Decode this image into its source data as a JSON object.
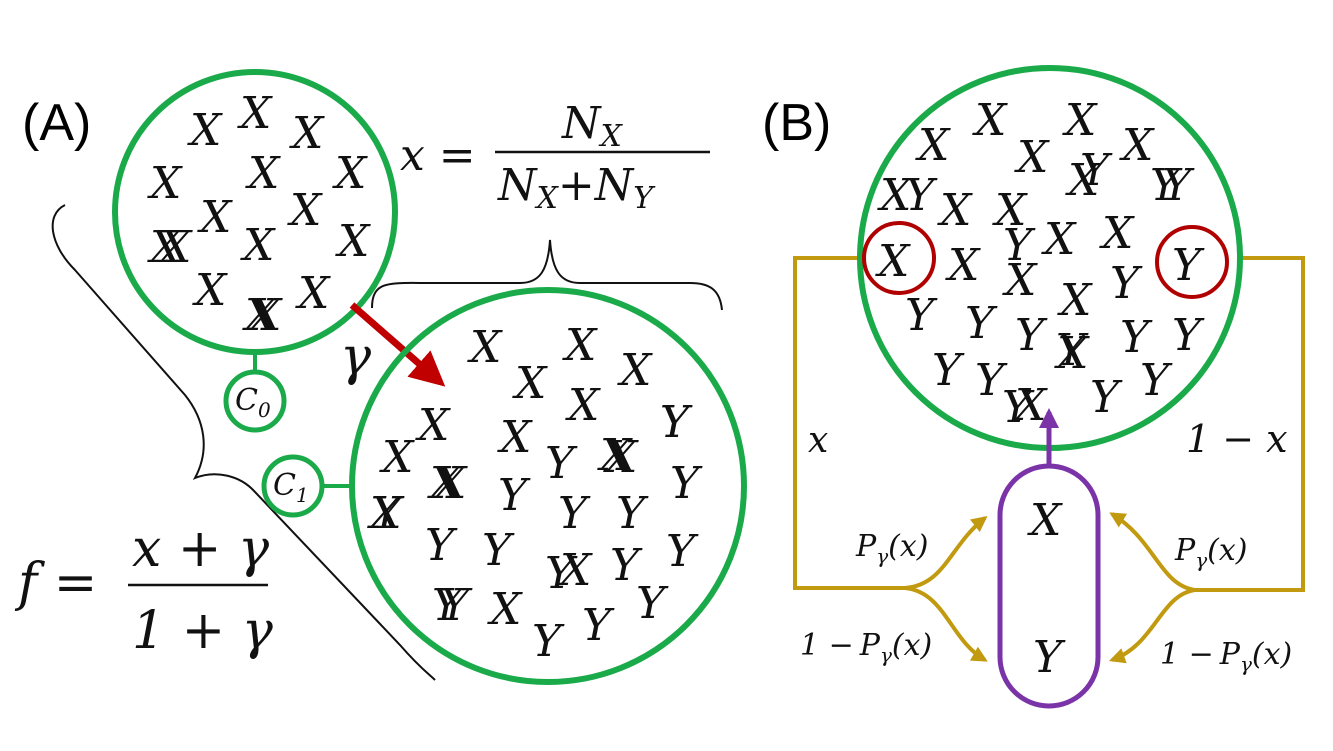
{
  "panel_a": {
    "label": "(A)",
    "x_formula": {
      "lhs": "x =",
      "numerator": "N",
      "numerator_sub": "X",
      "den_n1": "N",
      "den_sub1": "X",
      "den_plus": "+",
      "den_n2": "N",
      "den_sub2": "Y"
    },
    "f_formula": {
      "lhs": "f =",
      "numerator": "x + γ",
      "denominator": "1 + γ"
    },
    "gamma": "γ",
    "c0": {
      "main": "C",
      "sub": "0"
    },
    "c1": {
      "main": "C",
      "sub": "1"
    },
    "small_colony_letters": [
      "X",
      "X",
      "X",
      "X",
      "X",
      "X",
      "X",
      "X",
      "X",
      "X",
      "X",
      "X",
      "X",
      "X",
      "X",
      "X"
    ],
    "large_colony_letters": [
      "X",
      "X",
      "X",
      "X",
      "X",
      "X",
      "Y",
      "X",
      "X",
      "Y",
      "X",
      "Y",
      "X",
      "Y",
      "X",
      "Y",
      "Y",
      "Y",
      "Y",
      "Y",
      "Y",
      "Y",
      "Y",
      "X",
      "Y",
      "Y",
      "Y",
      "Y",
      "Y",
      "X",
      "X",
      "X",
      "X",
      "Y"
    ]
  },
  "panel_b": {
    "label": "(B)",
    "colony_letters": [
      "X",
      "X",
      "X",
      "X",
      "X",
      "X",
      "X",
      "X",
      "X",
      "Y",
      "X",
      "X",
      "X",
      "Y",
      "X",
      "X",
      "Y",
      "Y",
      "Y",
      "X",
      "Y",
      "Y",
      "Y",
      "Y",
      "Y",
      "Y",
      "Y",
      "X",
      "Y",
      "Y",
      "Y",
      "Y",
      "Y"
    ],
    "selected_x": "X",
    "selected_y": "Y",
    "left_prob": "x",
    "right_prob": "1 − x",
    "p_gamma_left": "P",
    "p_gamma_right": "P",
    "p_sub": "γ",
    "p_arg": "(x)",
    "one_minus": "1 −",
    "pill_top": "X",
    "pill_bottom": "Y"
  },
  "colors": {
    "green": "#1aaa4a",
    "red": "#b00000",
    "arrow_red": "#c00000",
    "gold": "#c29a10",
    "purple": "#7b34a8",
    "black": "#000000"
  }
}
